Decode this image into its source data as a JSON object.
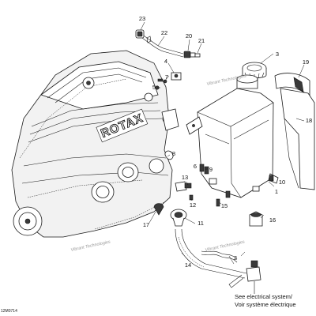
{
  "callouts": {
    "c1": "1",
    "c2": "2",
    "c3": "3",
    "c4": "4",
    "c5": "5",
    "c6": "6",
    "c7": "7",
    "c8": "8",
    "c9": "9",
    "c10": "10",
    "c11": "11",
    "c12": "12",
    "c13": "13",
    "c14": "14",
    "c15": "15",
    "c16": "16",
    "c17": "17",
    "c18": "18",
    "c19": "19",
    "c20": "20",
    "c21": "21",
    "c22": "22",
    "c23": "23"
  },
  "engine_brand": "ROTAX",
  "note": {
    "line1": "See electrical system/",
    "line2": "Voir système électrique"
  },
  "drawing_code": "12M0714",
  "watermarks": [
    "Vibrant Technologies",
    "Vibrant Technologies",
    "Vibrant Technologies"
  ]
}
